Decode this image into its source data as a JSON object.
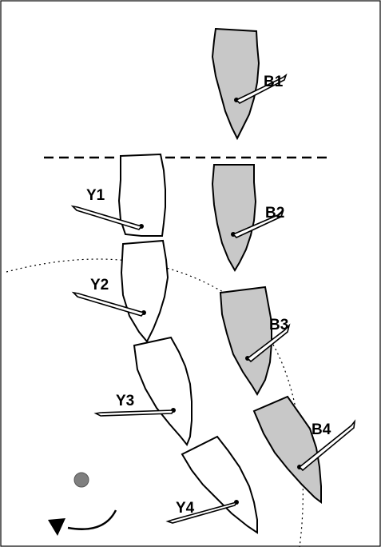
{
  "boats": {
    "B1": {
      "label": "B1",
      "team": "blue"
    },
    "B2": {
      "label": "B2",
      "team": "blue"
    },
    "B3": {
      "label": "B3",
      "team": "blue"
    },
    "B4": {
      "label": "B4",
      "team": "blue"
    },
    "Y1": {
      "label": "Y1",
      "team": "yellow"
    },
    "Y2": {
      "label": "Y2",
      "team": "yellow"
    },
    "Y3": {
      "label": "Y3",
      "team": "yellow"
    },
    "Y4": {
      "label": "Y4",
      "team": "yellow"
    }
  },
  "colors": {
    "blue_fill": "#c8c8c8",
    "yellow_fill": "#ffffff",
    "outline": "#000000",
    "mark": "#7f7f7f"
  }
}
